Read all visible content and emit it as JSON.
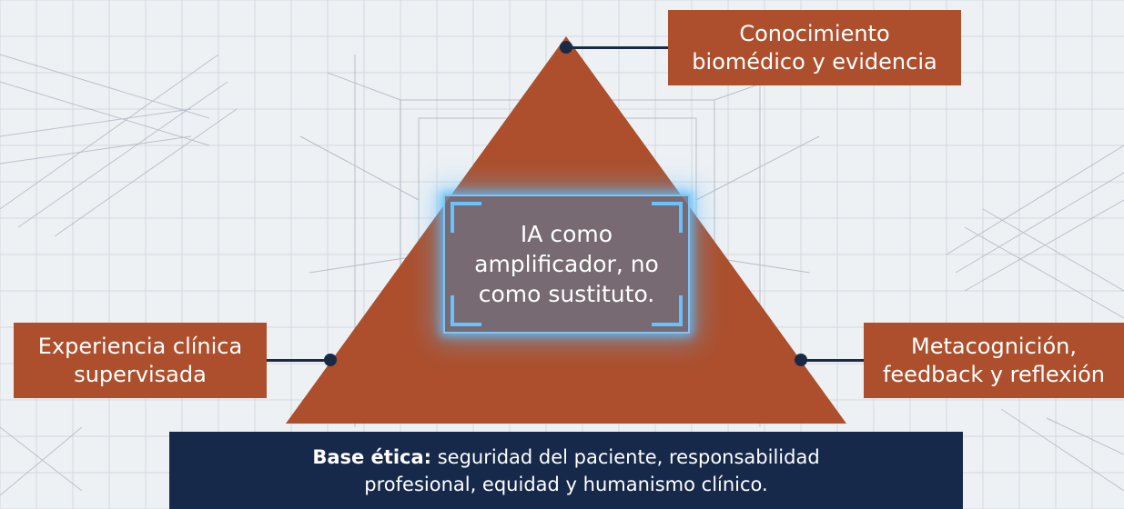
{
  "diagram": {
    "top_label": "Conocimiento\nbiomédico y evidencia",
    "left_label": "Experiencia clínica\nsupervisada",
    "right_label": "Metacognición,\nfeedback y reflexión",
    "center_text": "IA como\namplificador, no\ncomo sustituto.",
    "base": {
      "bold": "Base ética:",
      "line1_rest": " seguridad del paciente, responsabilidad",
      "line2": "profesional, equidad y humanismo clínico."
    }
  },
  "colors": {
    "triangle": "#ad4f2c",
    "label_box": "#ad4f2c",
    "base_bar": "#17294a",
    "center_glow": "#5abeff"
  }
}
